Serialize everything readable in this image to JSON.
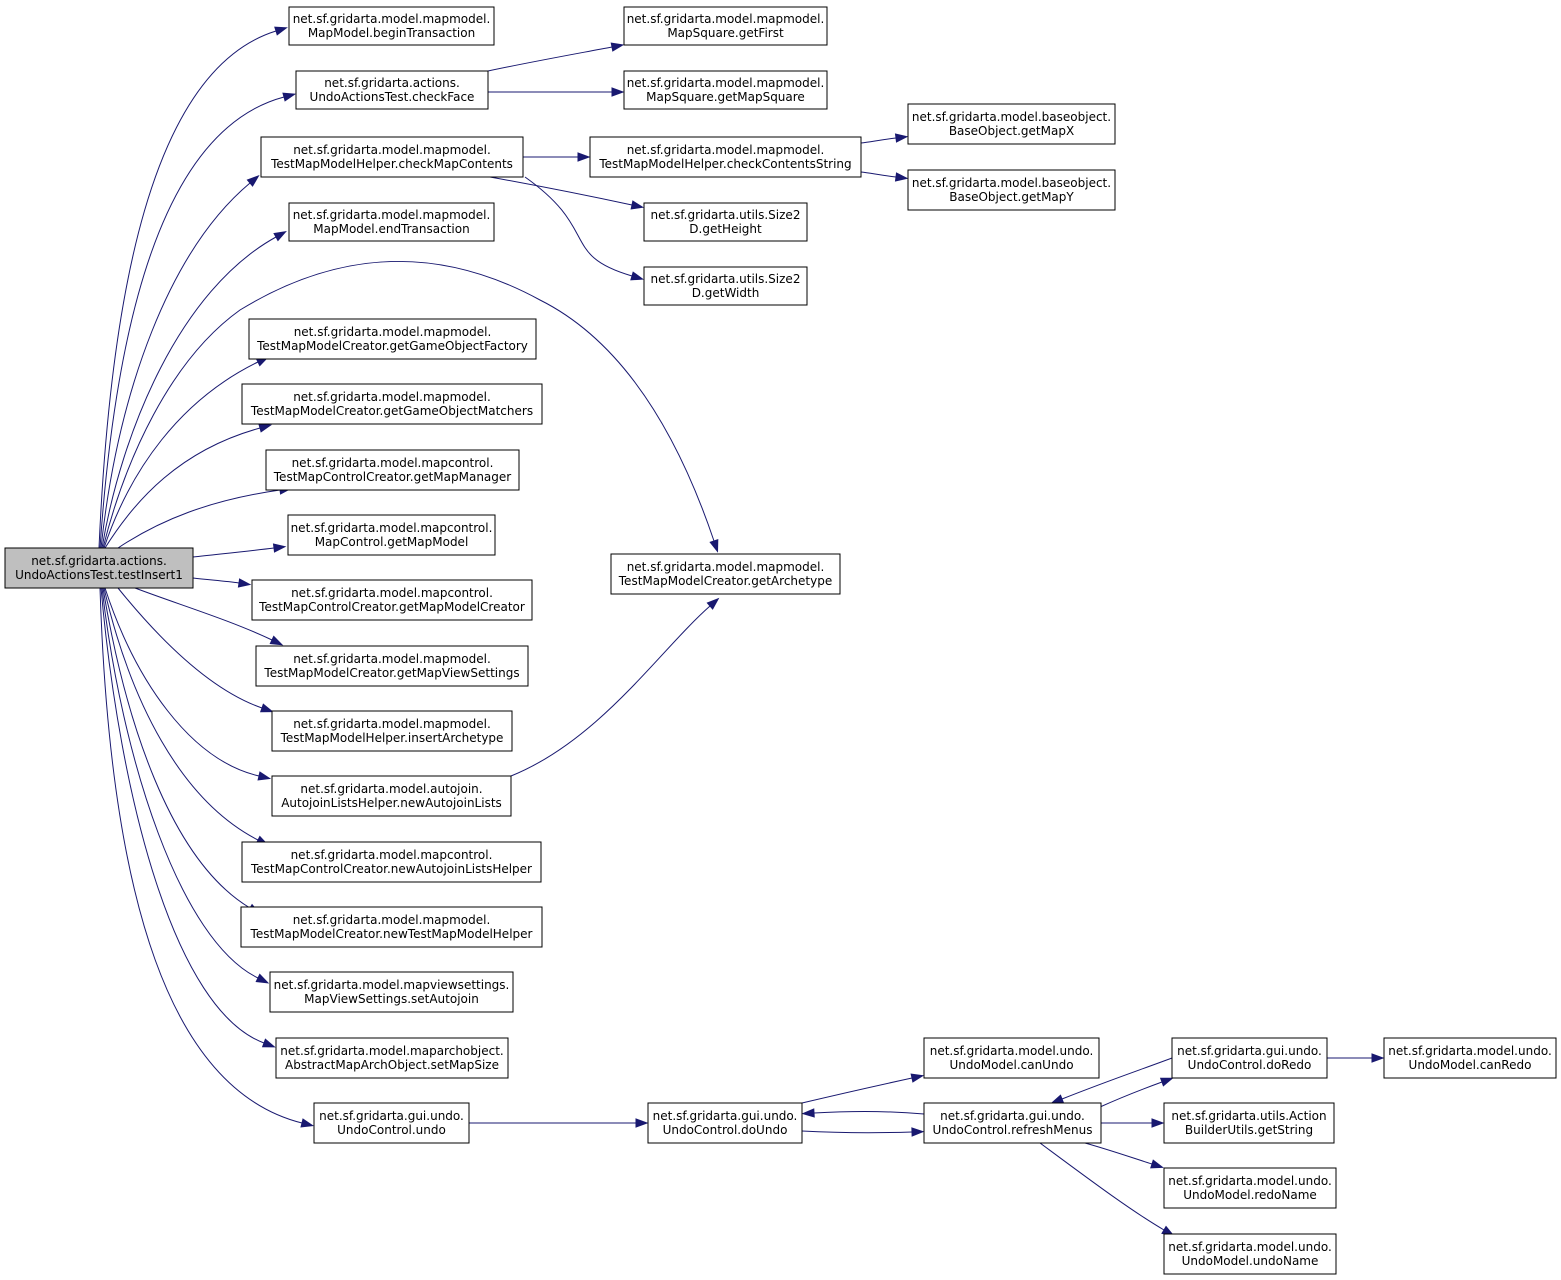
{
  "colors": {
    "edge": "#191970",
    "root_fill": "#bfbfbf",
    "node_fill": "#ffffff",
    "border": "#000000"
  },
  "nodes": [
    {
      "id": "root",
      "lines": [
        "net.sf.gridarta.actions.",
        "UndoActionsTest.testInsert1"
      ],
      "root": true
    },
    {
      "id": "beginTransaction",
      "lines": [
        "net.sf.gridarta.model.mapmodel.",
        "MapModel.beginTransaction"
      ]
    },
    {
      "id": "checkFace",
      "lines": [
        "net.sf.gridarta.actions.",
        "UndoActionsTest.checkFace"
      ]
    },
    {
      "id": "checkMapContents",
      "lines": [
        "net.sf.gridarta.model.mapmodel.",
        "TestMapModelHelper.checkMapContents"
      ]
    },
    {
      "id": "endTransaction",
      "lines": [
        "net.sf.gridarta.model.mapmodel.",
        "MapModel.endTransaction"
      ]
    },
    {
      "id": "getGameObjectFactory",
      "lines": [
        "net.sf.gridarta.model.mapmodel.",
        "TestMapModelCreator.getGameObjectFactory"
      ]
    },
    {
      "id": "getGameObjectMatchers",
      "lines": [
        "net.sf.gridarta.model.mapmodel.",
        "TestMapModelCreator.getGameObjectMatchers"
      ]
    },
    {
      "id": "getMapManager",
      "lines": [
        "net.sf.gridarta.model.mapcontrol.",
        "TestMapControlCreator.getMapManager"
      ]
    },
    {
      "id": "getMapModel",
      "lines": [
        "net.sf.gridarta.model.mapcontrol.",
        "MapControl.getMapModel"
      ]
    },
    {
      "id": "getMapModelCreator",
      "lines": [
        "net.sf.gridarta.model.mapcontrol.",
        "TestMapControlCreator.getMapModelCreator"
      ]
    },
    {
      "id": "getMapViewSettings",
      "lines": [
        "net.sf.gridarta.model.mapmodel.",
        "TestMapModelCreator.getMapViewSettings"
      ]
    },
    {
      "id": "insertArchetype",
      "lines": [
        "net.sf.gridarta.model.mapmodel.",
        "TestMapModelHelper.insertArchetype"
      ]
    },
    {
      "id": "newAutojoinLists",
      "lines": [
        "net.sf.gridarta.model.autojoin.",
        "AutojoinListsHelper.newAutojoinLists"
      ]
    },
    {
      "id": "newAutojoinListsHelper",
      "lines": [
        "net.sf.gridarta.model.mapcontrol.",
        "TestMapControlCreator.newAutojoinListsHelper"
      ]
    },
    {
      "id": "newTestMapModelHelper",
      "lines": [
        "net.sf.gridarta.model.mapmodel.",
        "TestMapModelCreator.newTestMapModelHelper"
      ]
    },
    {
      "id": "setAutojoin",
      "lines": [
        "net.sf.gridarta.model.mapviewsettings.",
        "MapViewSettings.setAutojoin"
      ]
    },
    {
      "id": "setMapSize",
      "lines": [
        "net.sf.gridarta.model.maparchobject.",
        "AbstractMapArchObject.setMapSize"
      ]
    },
    {
      "id": "undo",
      "lines": [
        "net.sf.gridarta.gui.undo.",
        "UndoControl.undo"
      ]
    },
    {
      "id": "getFirst",
      "lines": [
        "net.sf.gridarta.model.mapmodel.",
        "MapSquare.getFirst"
      ]
    },
    {
      "id": "getMapSquare",
      "lines": [
        "net.sf.gridarta.model.mapmodel.",
        "MapSquare.getMapSquare"
      ]
    },
    {
      "id": "checkContentsString",
      "lines": [
        "net.sf.gridarta.model.mapmodel.",
        "TestMapModelHelper.checkContentsString"
      ]
    },
    {
      "id": "getHeight",
      "lines": [
        "net.sf.gridarta.utils.Size2",
        "D.getHeight"
      ]
    },
    {
      "id": "getWidth",
      "lines": [
        "net.sf.gridarta.utils.Size2",
        "D.getWidth"
      ]
    },
    {
      "id": "getArchetype",
      "lines": [
        "net.sf.gridarta.model.mapmodel.",
        "TestMapModelCreator.getArchetype"
      ]
    },
    {
      "id": "getMapX",
      "lines": [
        "net.sf.gridarta.model.baseobject.",
        "BaseObject.getMapX"
      ]
    },
    {
      "id": "getMapY",
      "lines": [
        "net.sf.gridarta.model.baseobject.",
        "BaseObject.getMapY"
      ]
    },
    {
      "id": "doUndo",
      "lines": [
        "net.sf.gridarta.gui.undo.",
        "UndoControl.doUndo"
      ]
    },
    {
      "id": "canUndo",
      "lines": [
        "net.sf.gridarta.model.undo.",
        "UndoModel.canUndo"
      ]
    },
    {
      "id": "refreshMenus",
      "lines": [
        "net.sf.gridarta.gui.undo.",
        "UndoControl.refreshMenus"
      ]
    },
    {
      "id": "doRedo",
      "lines": [
        "net.sf.gridarta.gui.undo.",
        "UndoControl.doRedo"
      ]
    },
    {
      "id": "getString",
      "lines": [
        "net.sf.gridarta.utils.Action",
        "BuilderUtils.getString"
      ]
    },
    {
      "id": "redoName",
      "lines": [
        "net.sf.gridarta.model.undo.",
        "UndoModel.redoName"
      ]
    },
    {
      "id": "undoName",
      "lines": [
        "net.sf.gridarta.model.undo.",
        "UndoModel.undoName"
      ]
    },
    {
      "id": "canRedo",
      "lines": [
        "net.sf.gridarta.model.undo.",
        "UndoModel.canRedo"
      ]
    }
  ],
  "edges": [
    {
      "from": "root",
      "to": "beginTransaction"
    },
    {
      "from": "root",
      "to": "checkFace"
    },
    {
      "from": "root",
      "to": "checkMapContents"
    },
    {
      "from": "root",
      "to": "endTransaction"
    },
    {
      "from": "root",
      "to": "getArchetype"
    },
    {
      "from": "root",
      "to": "getGameObjectFactory"
    },
    {
      "from": "root",
      "to": "getGameObjectMatchers"
    },
    {
      "from": "root",
      "to": "getMapManager"
    },
    {
      "from": "root",
      "to": "getMapModel"
    },
    {
      "from": "root",
      "to": "getMapModelCreator"
    },
    {
      "from": "root",
      "to": "getMapViewSettings"
    },
    {
      "from": "root",
      "to": "insertArchetype"
    },
    {
      "from": "root",
      "to": "newAutojoinLists"
    },
    {
      "from": "root",
      "to": "newAutojoinListsHelper"
    },
    {
      "from": "root",
      "to": "newTestMapModelHelper"
    },
    {
      "from": "root",
      "to": "setAutojoin"
    },
    {
      "from": "root",
      "to": "setMapSize"
    },
    {
      "from": "root",
      "to": "undo"
    },
    {
      "from": "checkFace",
      "to": "getFirst"
    },
    {
      "from": "checkFace",
      "to": "getMapSquare"
    },
    {
      "from": "checkMapContents",
      "to": "checkContentsString"
    },
    {
      "from": "checkMapContents",
      "to": "getHeight"
    },
    {
      "from": "checkMapContents",
      "to": "getWidth"
    },
    {
      "from": "checkContentsString",
      "to": "getMapX"
    },
    {
      "from": "checkContentsString",
      "to": "getMapY"
    },
    {
      "from": "newAutojoinLists",
      "to": "getArchetype"
    },
    {
      "from": "undo",
      "to": "doUndo"
    },
    {
      "from": "doUndo",
      "to": "canUndo"
    },
    {
      "from": "doUndo",
      "to": "refreshMenus"
    },
    {
      "from": "refreshMenus",
      "to": "doUndo"
    },
    {
      "from": "refreshMenus",
      "to": "doRedo"
    },
    {
      "from": "refreshMenus",
      "to": "getString"
    },
    {
      "from": "refreshMenus",
      "to": "redoName"
    },
    {
      "from": "refreshMenus",
      "to": "undoName"
    },
    {
      "from": "doRedo",
      "to": "refreshMenus"
    },
    {
      "from": "doRedo",
      "to": "canRedo"
    }
  ]
}
